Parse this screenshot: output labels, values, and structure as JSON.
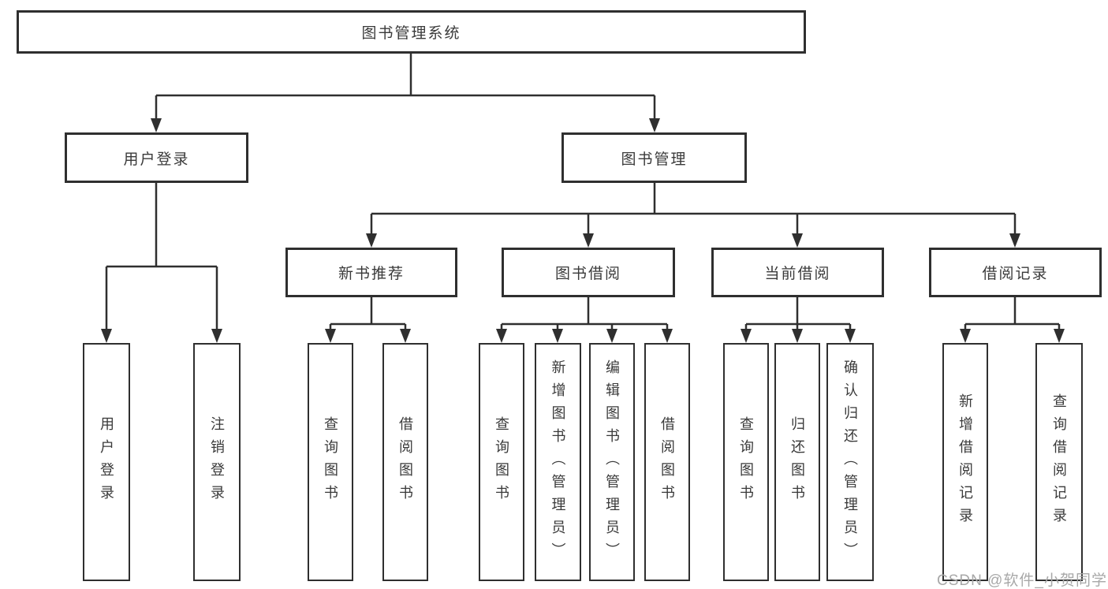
{
  "tree": {
    "label": "图书管理系统",
    "children": [
      {
        "label": "用户登录",
        "children": [
          {
            "label": "用户登录"
          },
          {
            "label": "注销登录"
          }
        ]
      },
      {
        "label": "图书管理",
        "children": [
          {
            "label": "新书推荐",
            "children": [
              {
                "label": "查询图书"
              },
              {
                "label": "借阅图书"
              }
            ]
          },
          {
            "label": "图书借阅",
            "children": [
              {
                "label": "查询图书"
              },
              {
                "label": "新增图书（管理员）"
              },
              {
                "label": "编辑图书（管理员）"
              },
              {
                "label": "借阅图书"
              }
            ]
          },
          {
            "label": "当前借阅",
            "children": [
              {
                "label": "查询图书"
              },
              {
                "label": "归还图书"
              },
              {
                "label": "确认归还（管理员）"
              }
            ]
          },
          {
            "label": "借阅记录",
            "children": [
              {
                "label": "新增借阅记录"
              },
              {
                "label": "查询借阅记录"
              }
            ]
          }
        ]
      }
    ]
  },
  "watermark": {
    "text": "CSDN @软件_小贺同学"
  },
  "colors": {
    "line": "#2f2f2f",
    "text": "#3a3a3a",
    "watermark": "#a8a8a8",
    "background": "#ffffff"
  }
}
